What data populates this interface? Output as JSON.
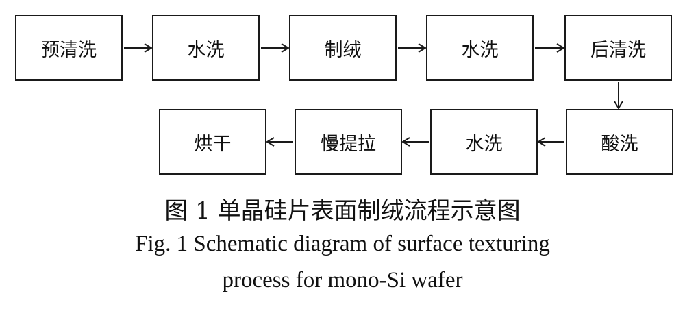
{
  "flowchart": {
    "row1": [
      {
        "label": "预清洗"
      },
      {
        "label": "水洗"
      },
      {
        "label": "制绒"
      },
      {
        "label": "水洗"
      },
      {
        "label": "后清洗"
      }
    ],
    "row2": [
      {
        "label": "烘干"
      },
      {
        "label": "慢提拉"
      },
      {
        "label": "水洗"
      },
      {
        "label": "酸洗"
      }
    ]
  },
  "caption": {
    "cn": "图 1  单晶硅片表面制绒流程示意图",
    "en_line1": "Fig. 1  Schematic diagram of surface texturing",
    "en_line2": "process for mono-Si wafer"
  },
  "colors": {
    "line": "#1a1a1a",
    "text": "#111111",
    "background": "#ffffff"
  }
}
